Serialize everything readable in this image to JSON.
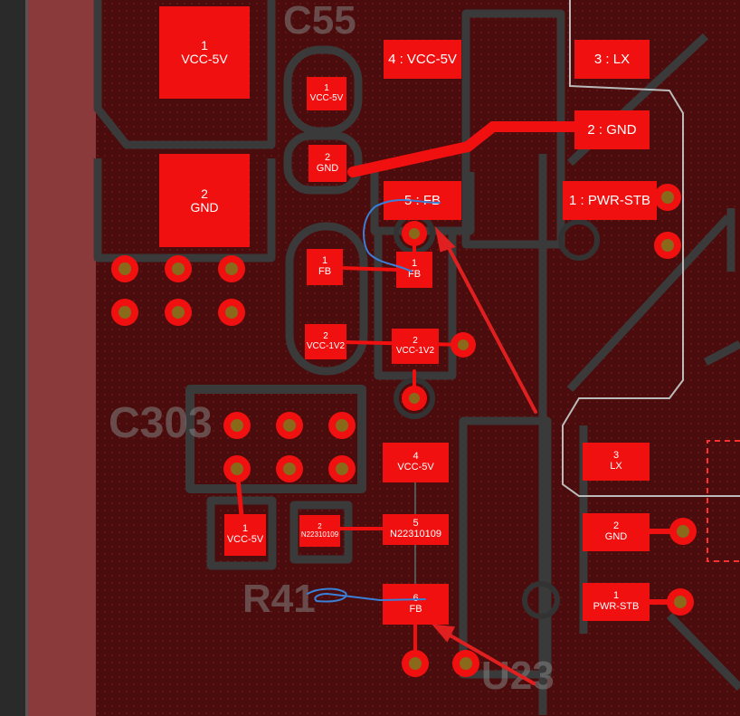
{
  "refdes": {
    "c55": "C55",
    "c303": "C303",
    "r41": "R41",
    "u23": "U23"
  },
  "pads": {
    "p_vcc5v_big": {
      "num": "1",
      "net": "VCC-5V"
    },
    "p_gnd_big": {
      "num": "2",
      "net": "GND"
    },
    "c55_1": {
      "num": "1",
      "net": "VCC-5V"
    },
    "c55_2": {
      "num": "2",
      "net": "GND"
    },
    "u_top_4": {
      "label": "4 : VCC-5V"
    },
    "u_top_3": {
      "label": "3 : LX"
    },
    "u_top_2": {
      "label": "2 : GND"
    },
    "u_top_1": {
      "label": "1 : PWR-STB"
    },
    "u_top_5": {
      "label": "5 : FB"
    },
    "r_fb_1a": {
      "num": "1",
      "net": "FB"
    },
    "r_fb_1b": {
      "num": "1",
      "net": "FB"
    },
    "r_vcc12_2a": {
      "num": "2",
      "net": "VCC-1V2"
    },
    "r_vcc12_2b": {
      "num": "2",
      "net": "VCC-1V2"
    },
    "u23_4": {
      "num": "4",
      "net": "VCC-5V"
    },
    "u23_5": {
      "num": "5",
      "net": "N22310109"
    },
    "u23_6": {
      "num": "6",
      "net": "FB"
    },
    "r41_1": {
      "num": "1",
      "net": "VCC-5V"
    },
    "r41_2": {
      "num": "2",
      "net": "N22310109"
    },
    "u_bot_3": {
      "num": "3",
      "net": "LX"
    },
    "u_bot_2": {
      "num": "2",
      "net": "GND"
    },
    "u_bot_1": {
      "num": "1",
      "net": "PWR-STB"
    }
  },
  "colors": {
    "copper": "#f01010",
    "board": "#4a0c0c",
    "annotation_blue": "#3a7fd8",
    "annotation_red": "#e02020"
  }
}
